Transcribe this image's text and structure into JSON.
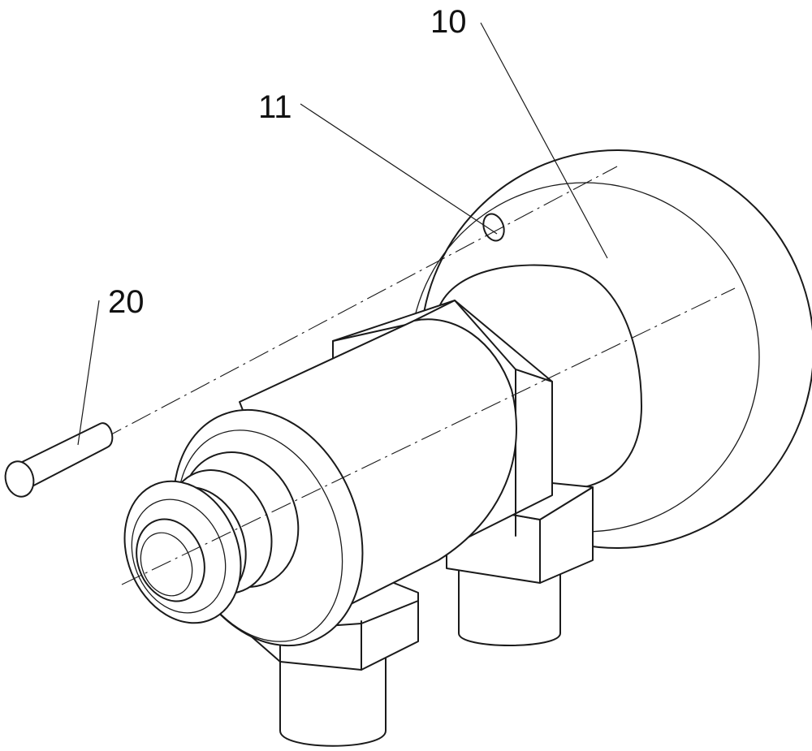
{
  "labels": {
    "housing": "10",
    "pin_hole": "11",
    "pin": "20"
  }
}
